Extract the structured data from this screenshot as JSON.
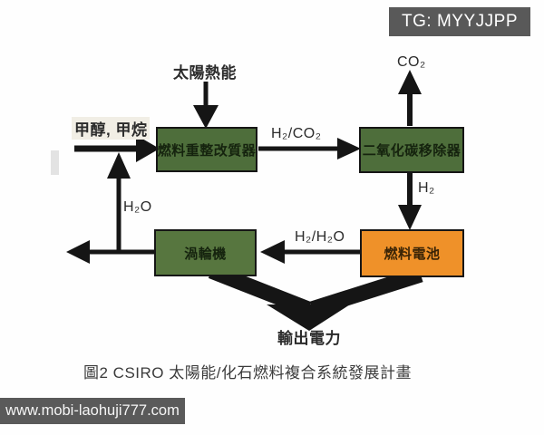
{
  "watermark_badge": {
    "text": "TG: MYYJJPP"
  },
  "footer_bar": {
    "text": "www.mobi-laohuji777.com"
  },
  "diagram": {
    "nodes": {
      "reformer": "燃料重整改質器",
      "co2_remover": "二氧化碳移除器",
      "turbine": "渦輪機",
      "fuel_cell": "燃料電池"
    },
    "labels": {
      "solar": "太陽熱能",
      "feed": "甲醇, 甲烷",
      "h2co2": "H₂/CO₂",
      "co2": "CO₂",
      "h2": "H₂",
      "h2o": "H₂O",
      "h2h2o": "H₂/H₂O",
      "output": "輸出電力"
    },
    "caption": "圖2   CSIRO 太陽能/化石燃料複合系統發展計畫",
    "colors": {
      "box_green": "#4e6e3b",
      "box_green_light": "#57763f",
      "box_orange": "#ef9129",
      "arrow_black": "#151515",
      "badge_gray": "#595959",
      "footer_gray": "#5a5a5a"
    }
  }
}
